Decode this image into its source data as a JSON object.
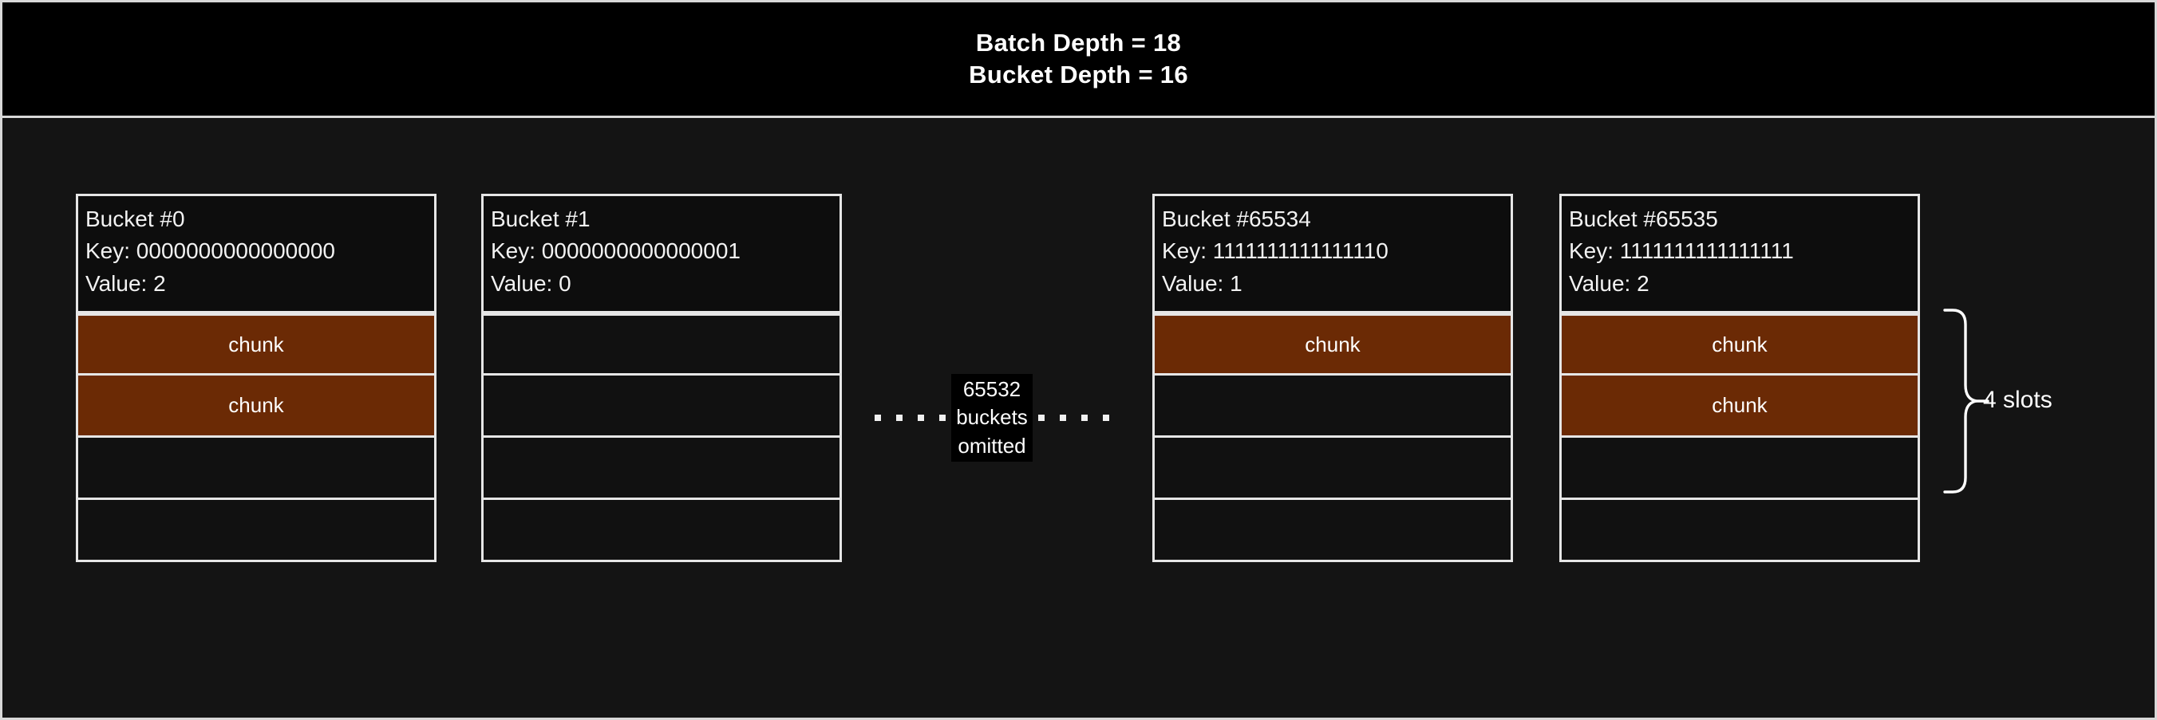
{
  "header": {
    "lines": [
      "Batch Depth = 18",
      "Bucket Depth = 16"
    ],
    "batch_depth_label": "Batch Depth = 18",
    "bucket_depth_label": "Bucket Depth = 16"
  },
  "colors": {
    "background": "#141414",
    "header_background": "#000000",
    "border": "#e6e6e6",
    "chunk_fill": "#6b2a05",
    "empty_slot": "#111111",
    "text": "#ffffff"
  },
  "diagram": {
    "slots_per_bucket": 4,
    "chunk_label": "chunk",
    "buckets": [
      {
        "title": "Bucket #0",
        "key": "Key: 0000000000000000",
        "value": "Value: 2",
        "slots": [
          "chunk",
          "chunk",
          "",
          ""
        ]
      },
      {
        "title": "Bucket #1",
        "key": "Key: 0000000000000001",
        "value": "Value: 0",
        "slots": [
          "",
          "",
          "",
          ""
        ]
      },
      {
        "title": "Bucket #65534",
        "key": "Key: 1111111111111110",
        "value": "Value: 1",
        "slots": [
          "chunk",
          "",
          "",
          ""
        ]
      },
      {
        "title": "Bucket #65535",
        "key": "Key: 1111111111111111",
        "value": "Value: 2",
        "slots": [
          "chunk",
          "chunk",
          "",
          ""
        ]
      }
    ],
    "omission": {
      "count": "65532",
      "word": "buckets",
      "state": "omitted"
    },
    "brace": {
      "label": "4 slots"
    }
  }
}
